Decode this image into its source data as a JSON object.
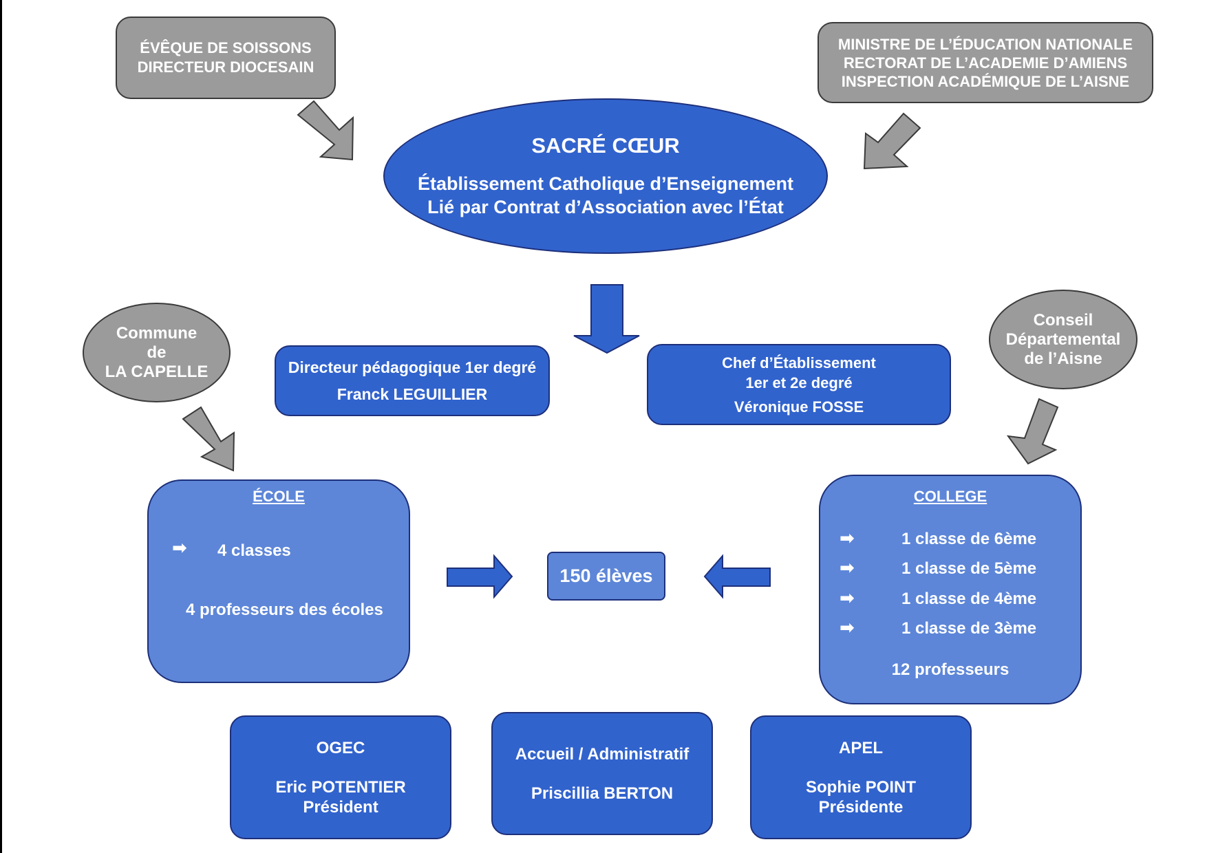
{
  "top_left": {
    "lines": [
      "ÉVÊQUE DE SOISSONS",
      "DIRECTEUR DIOCESAIN"
    ]
  },
  "top_right": {
    "lines": [
      "MINISTRE DE L’ÉDUCATION NATIONALE",
      "RECTORAT DE L’ACADEMIE D’AMIENS",
      "INSPECTION ACADÉMIQUE DE L’AISNE"
    ]
  },
  "main": {
    "title": "SACRÉ CŒUR",
    "lines": [
      "Établissement Catholique d’Enseignement",
      "Lié par Contrat d’Association avec l’État"
    ]
  },
  "commune": {
    "lines": [
      "Commune",
      "de",
      "LA CAPELLE"
    ]
  },
  "conseil": {
    "lines": [
      "Conseil",
      "Départemental",
      "de l’Aisne"
    ]
  },
  "directeur": {
    "title": "Directeur pédagogique 1er degré",
    "name": "Franck LEGUILLIER"
  },
  "chef": {
    "line1": "Chef d’Établissement",
    "line2": "1er et 2e degré",
    "name": "Véronique FOSSE"
  },
  "ecole": {
    "heading": "ÉCOLE",
    "classes": "4 classes",
    "profs": "4 professeurs des écoles"
  },
  "college": {
    "heading": "COLLEGE",
    "classes": [
      "1 classe de 6ème",
      "1 classe de 5ème",
      "1 classe de 4ème",
      "1 classe de 3ème"
    ],
    "profs": "12 professeurs"
  },
  "eleves": "150 élèves",
  "ogec": {
    "title": "OGEC",
    "name": "Eric POTENTIER",
    "role": "Président"
  },
  "accueil": {
    "title": "Accueil / Administratif",
    "name": "Priscillia BERTON"
  },
  "apel": {
    "title": "APEL",
    "name": "Sophie POINT",
    "role": "Présidente"
  },
  "glyphs": {
    "arrow": "➡"
  },
  "colors": {
    "blue": "#3163cd",
    "light_blue": "#5d86d8",
    "gray": "#9b9b9b",
    "border": "#1d2f7a"
  }
}
